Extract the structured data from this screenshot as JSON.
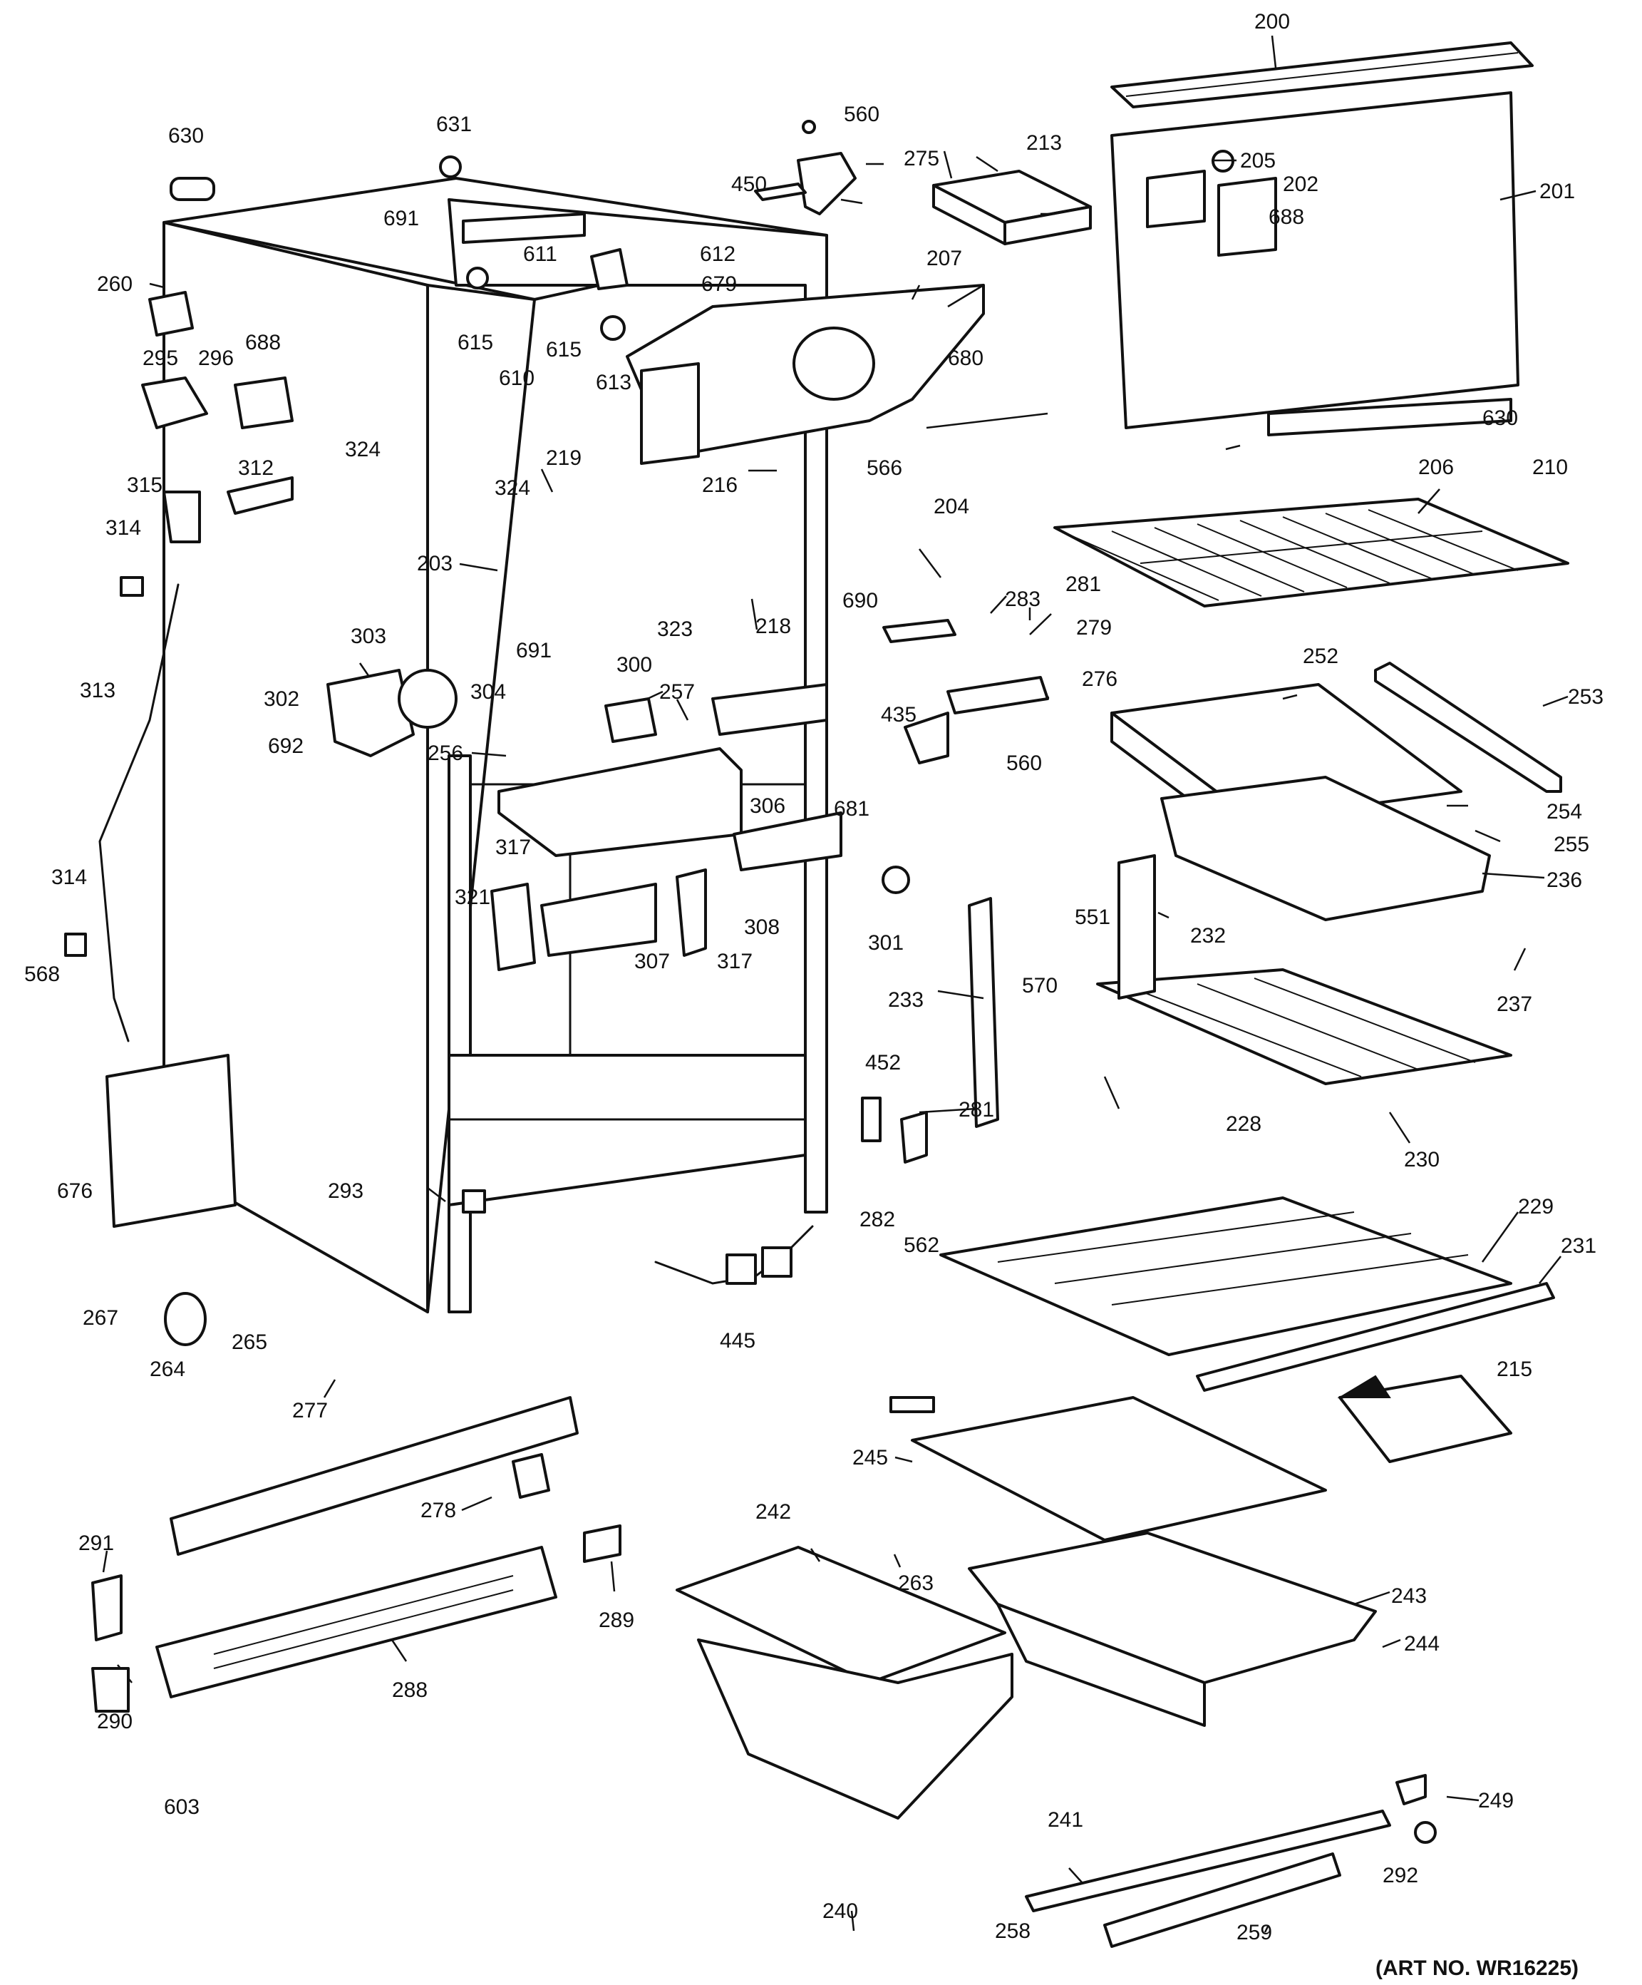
{
  "art_number": "(ART NO. WR16225)",
  "callouts": [
    "200",
    "201",
    "202",
    "203",
    "204",
    "205",
    "206",
    "207",
    "210",
    "213",
    "215",
    "216",
    "218",
    "219",
    "228",
    "229",
    "230",
    "231",
    "232",
    "233",
    "236",
    "237",
    "240",
    "241",
    "242",
    "243",
    "244",
    "245",
    "249",
    "252",
    "253",
    "254",
    "255",
    "256",
    "257",
    "258",
    "259",
    "260",
    "263",
    "264",
    "265",
    "267",
    "275",
    "276",
    "277",
    "278",
    "279",
    "281",
    "281",
    "282",
    "283",
    "288",
    "289",
    "290",
    "291",
    "292",
    "293",
    "295",
    "296",
    "300",
    "301",
    "302",
    "303",
    "304",
    "306",
    "307",
    "308",
    "312",
    "313",
    "314",
    "314",
    "315",
    "317",
    "317",
    "321",
    "323",
    "324",
    "324",
    "435",
    "445",
    "450",
    "452",
    "551",
    "560",
    "560",
    "562",
    "566",
    "568",
    "570",
    "603",
    "610",
    "611",
    "612",
    "613",
    "615",
    "615",
    "630",
    "630",
    "631",
    "676",
    "679",
    "680",
    "681",
    "688",
    "688",
    "690",
    "691",
    "691",
    "692"
  ]
}
